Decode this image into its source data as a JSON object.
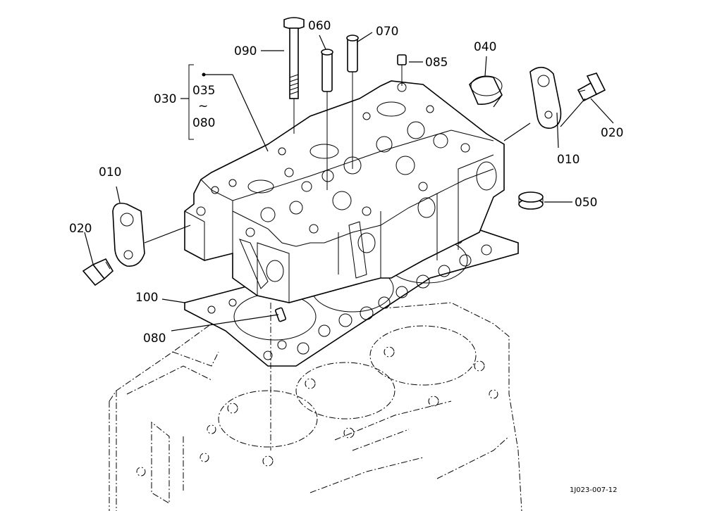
{
  "figure_code": "1J023-007-12",
  "callouts": {
    "p090": "090",
    "p060": "060",
    "p070": "070",
    "p085": "085",
    "p040": "040",
    "p030": "030",
    "p035": "035",
    "range_sep": "~",
    "p080_top": "080",
    "p010_right": "010",
    "p020_right": "020",
    "p050": "050",
    "p010_left": "010",
    "p020_left": "020",
    "p100": "100",
    "p080_bottom": "080"
  }
}
